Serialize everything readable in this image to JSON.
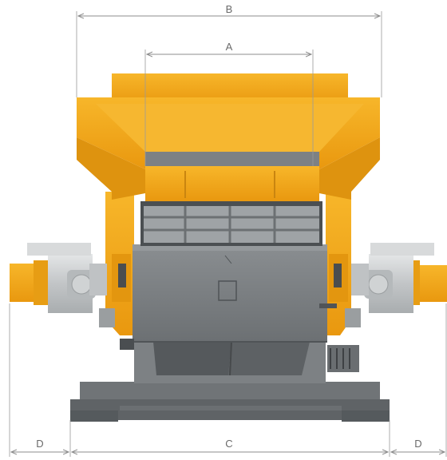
{
  "dimensions": {
    "a": "A",
    "b": "B",
    "c": "C",
    "d_left": "D",
    "d_right": "D"
  },
  "colors": {
    "housing_yellow": "#f2a91e",
    "housing_yellow_dark": "#d98f10",
    "body_grey": "#7b7f82",
    "body_grey_dark": "#5c6063",
    "frame_grey": "#6e7275",
    "gear_silver": "#c9cccd",
    "dimension_line": "#8c8c8c"
  }
}
